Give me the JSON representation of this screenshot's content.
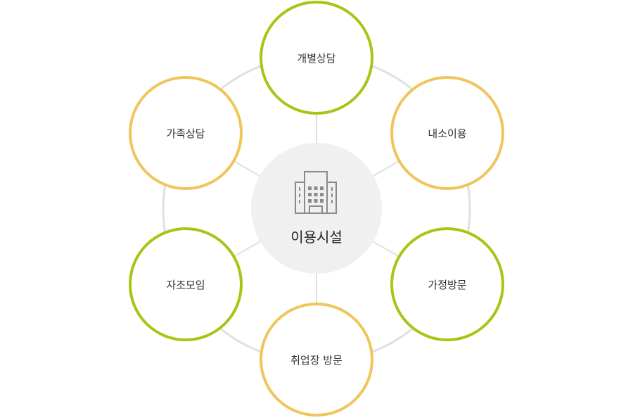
{
  "center": {
    "label": "이용시설",
    "icon": "building-icon"
  },
  "nodes": [
    {
      "label": "개별상담",
      "color": "#a4c716"
    },
    {
      "label": "내소이용",
      "color": "#efc55c"
    },
    {
      "label": "가정방문",
      "color": "#a4c716"
    },
    {
      "label": "취업장 방문",
      "color": "#efc55c"
    },
    {
      "label": "자조모임",
      "color": "#a4c716"
    },
    {
      "label": "가족상담",
      "color": "#efc55c"
    }
  ],
  "colors": {
    "ring": "#e0e0e0",
    "center_bg": "#f0f0f0",
    "icon": "#8a8a8a"
  }
}
